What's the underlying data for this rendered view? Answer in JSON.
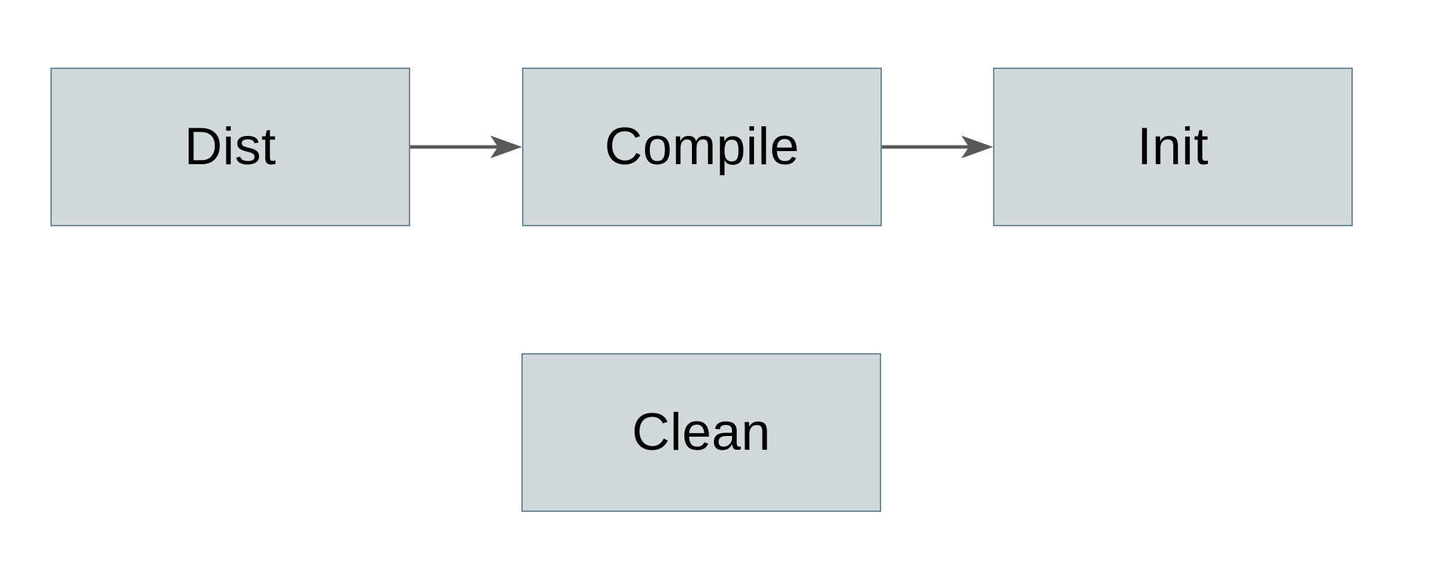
{
  "diagram": {
    "nodes": [
      {
        "id": "dist",
        "label": "Dist"
      },
      {
        "id": "compile",
        "label": "Compile"
      },
      {
        "id": "init",
        "label": "Init"
      },
      {
        "id": "clean",
        "label": "Clean"
      }
    ],
    "connectors": [
      {
        "from": "Dist",
        "to": "Compile",
        "direction": "right"
      },
      {
        "from": "Compile",
        "to": "Init",
        "direction": "right"
      }
    ],
    "colors": {
      "background": "#ffffff",
      "node_fill": "#d2d9db",
      "node_border": "#6d8694",
      "arrow": "#595959",
      "label_text": "#000000"
    }
  }
}
